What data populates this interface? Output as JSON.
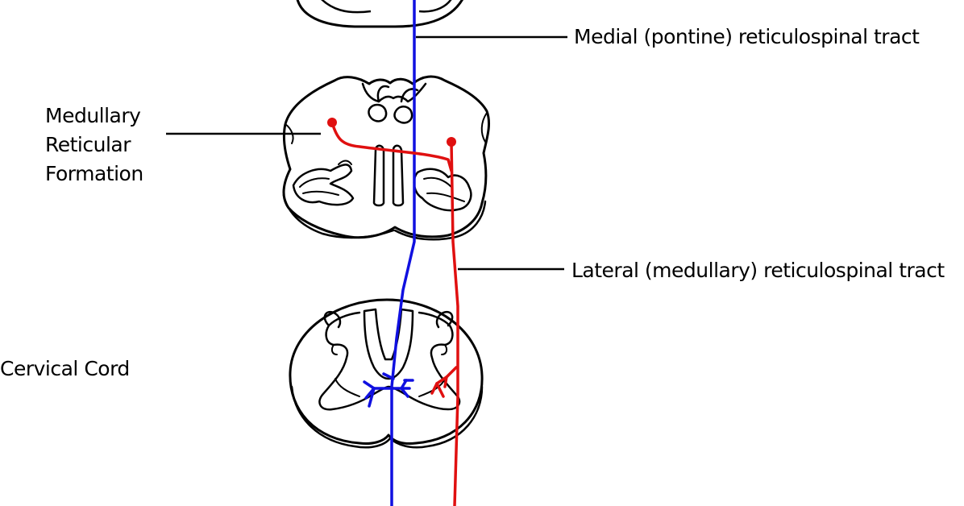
{
  "labels": {
    "medial_tract": "Medial (pontine) reticulospinal tract",
    "lateral_tract": "Lateral (medullary) reticulospinal tract",
    "cervical_cord": "Cervical Cord",
    "medullary_formation": [
      "Medullary",
      "Reticular",
      "Formation"
    ]
  },
  "colors": {
    "medial_tract": "#1010e0",
    "lateral_tract": "#e01010",
    "outline": "#000000",
    "background": "#ffffff"
  }
}
